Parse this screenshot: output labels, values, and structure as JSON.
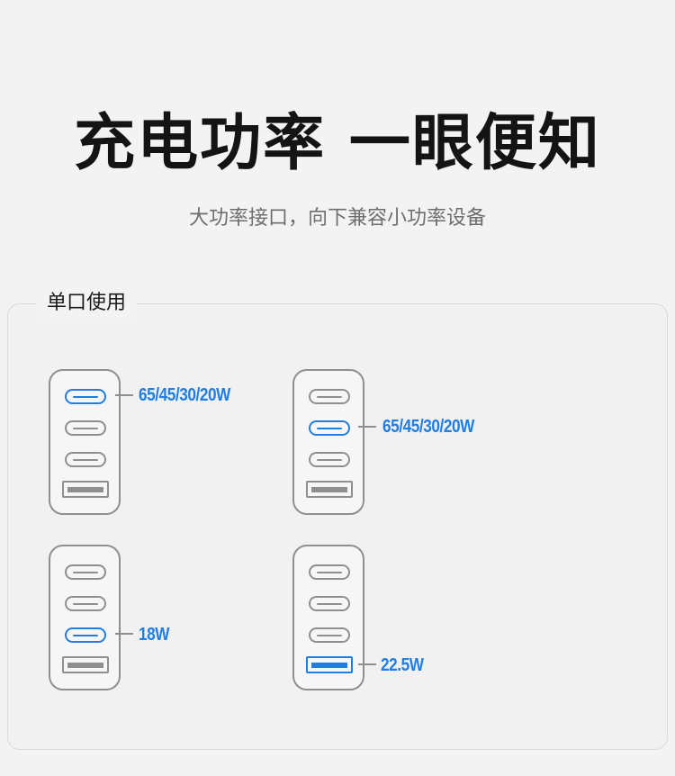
{
  "header": {
    "title": "充电功率 一眼便知",
    "subtitle": "大功率接口，向下兼容小功率设备"
  },
  "section": {
    "label": "单口使用"
  },
  "diagrams": [
    {
      "active_port": "C1",
      "power": "65/45/30/20W"
    },
    {
      "active_port": "C2",
      "power": "65/45/30/20W"
    },
    {
      "active_port": "C3",
      "power": "18W"
    },
    {
      "active_port": "A",
      "power": "22.5W"
    }
  ],
  "colors": {
    "accent": "#1f7ee0",
    "outline": "#8f8f8f",
    "title": "#141414",
    "subtitle": "#6e6e6e"
  }
}
